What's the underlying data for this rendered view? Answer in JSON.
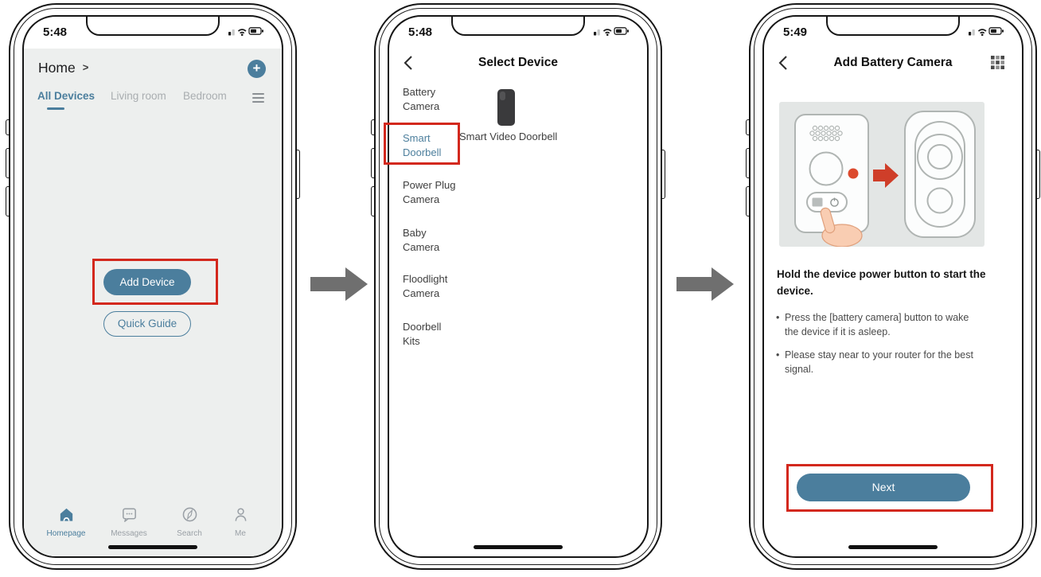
{
  "colors": {
    "accent_teal": "#4b7e9d",
    "highlight_red": "#d3281d",
    "arrow_gray": "#6f6f6f"
  },
  "phone1": {
    "status_time": "5:48",
    "header": {
      "title": "Home",
      "chevron": ">",
      "add_glyph": "+"
    },
    "tabs": [
      {
        "label": "All Devices"
      },
      {
        "label": "Living room"
      },
      {
        "label": "Bedroom"
      }
    ],
    "add_device_label": "Add Device",
    "quick_guide_label": "Quick Guide",
    "nav": [
      {
        "label": "Homepage"
      },
      {
        "label": "Messages"
      },
      {
        "label": "Search"
      },
      {
        "label": "Me"
      }
    ]
  },
  "phone2": {
    "status_time": "5:48",
    "title": "Select Device",
    "categories": [
      {
        "label": "Battery Camera"
      },
      {
        "label": "Smart Doorbell"
      },
      {
        "label": "Power Plug Camera"
      },
      {
        "label": "Baby Camera"
      },
      {
        "label": "Floodlight Camera"
      },
      {
        "label": "Doorbell Kits"
      }
    ],
    "product_label": "Smart Video Doorbell"
  },
  "phone3": {
    "status_time": "5:49",
    "title": "Add Battery Camera",
    "instruction_title": "Hold the device power button to start the device.",
    "bullets": [
      {
        "text": "Press the [battery camera] button to wake the device if it is asleep."
      },
      {
        "text": "Please stay near to your router for the best signal."
      }
    ],
    "next_label": "Next"
  }
}
